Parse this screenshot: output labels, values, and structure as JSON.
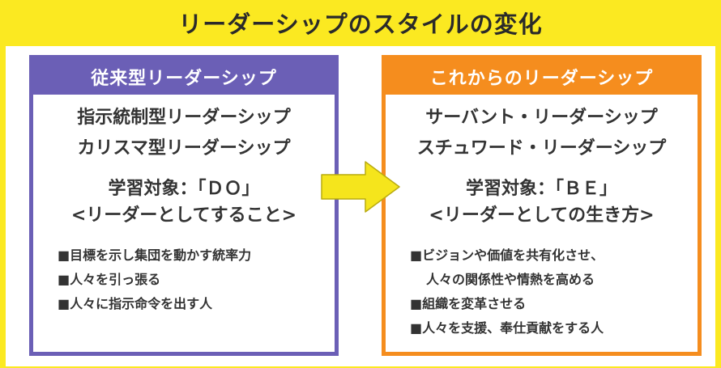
{
  "title": "リーダーシップのスタイルの変化",
  "left": {
    "header": "従来型リーダーシップ",
    "types": [
      "指示統制型リーダーシップ",
      "カリスマ型リーダーシップ"
    ],
    "target_line1": "学習対象：「ＤＯ」",
    "target_line2": "<リーダーとしてすること>",
    "bullets": [
      "■目標を示し集団を動かす統率力",
      "■人々を引っ張る",
      "■人々に指示命令を出す人"
    ]
  },
  "right": {
    "header": "これからのリーダーシップ",
    "types": [
      "サーバント・リーダーシップ",
      "スチュワード・リーダーシップ"
    ],
    "target_line1": "学習対象：「ＢＥ」",
    "target_line2": "<リーダーとしての生き方>",
    "bullets": [
      "■ビジョンや価値を共有化させ、",
      "人々の関係性や情熱を高める",
      "■組織を変革させる",
      "■人々を支援、奉仕貢献をする人"
    ]
  },
  "colors": {
    "background": "#fbe921",
    "left_accent": "#6b5fb6",
    "right_accent": "#f58d1e",
    "arrow": "#f5e51c"
  },
  "icons": {
    "arrow": "right-arrow-icon"
  }
}
